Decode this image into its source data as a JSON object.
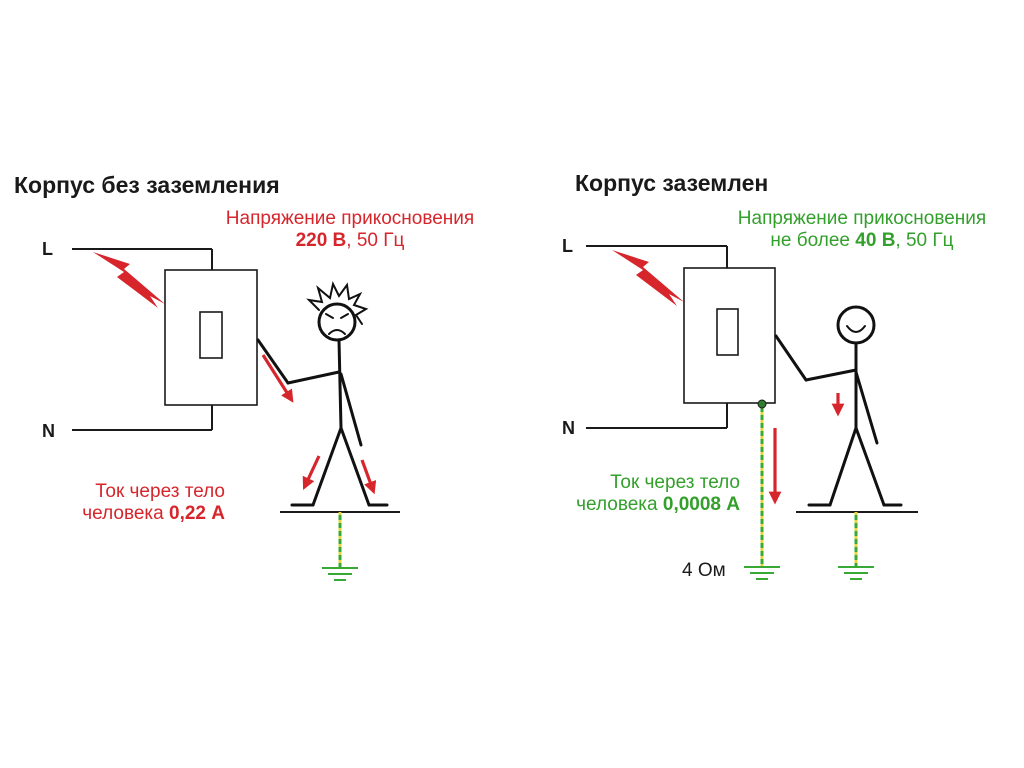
{
  "left": {
    "title": "Корпус без заземления",
    "line_label": "L",
    "neutral_label": "N",
    "voltage": {
      "line1": "Напряжение прикосновения",
      "value": "220 В",
      "rest": ", 50 Гц"
    },
    "current": {
      "line1": "Ток через тело",
      "prefix": "человека ",
      "value": "0,22 А"
    }
  },
  "right": {
    "title": "Корпус заземлен",
    "line_label": "L",
    "neutral_label": "N",
    "voltage": {
      "line1": "Напряжение прикосновения",
      "prefix": "не более ",
      "value": "40 В",
      "rest": ", 50 Гц"
    },
    "current": {
      "line1": "Ток через тело",
      "prefix": "человека ",
      "value": "0,0008 А"
    },
    "ground_resistance": "4 Ом"
  },
  "colors": {
    "danger": "#d6262c",
    "safe": "#33a02c",
    "wire": "#1a1a1a",
    "ground": "#39a935"
  }
}
